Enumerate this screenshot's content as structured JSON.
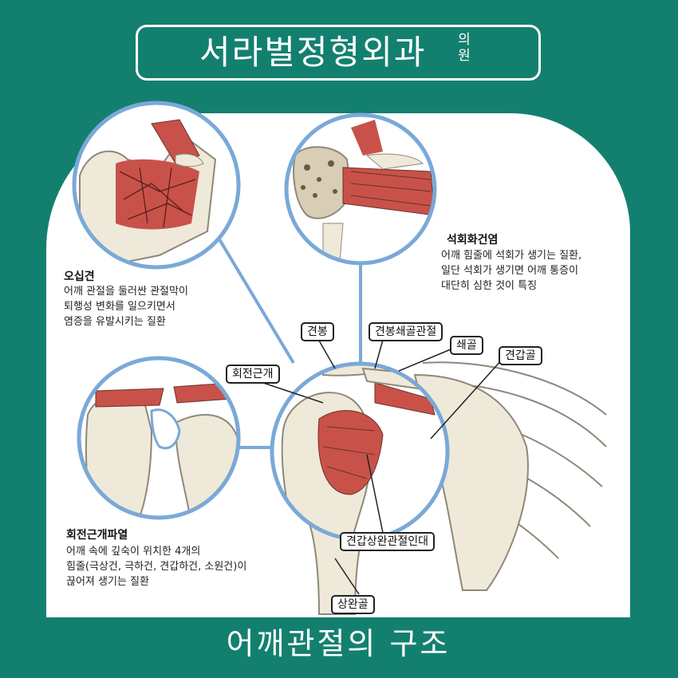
{
  "header": {
    "clinic_name": "서라벌정형외과",
    "clinic_suffix_1": "의",
    "clinic_suffix_2": "원"
  },
  "footer": {
    "title": "어깨관절의 구조"
  },
  "conditions": {
    "frozen_shoulder": {
      "title": "오십견",
      "lines": [
        "어깨 관절을 둘러싼 관절막이",
        "퇴행성 변화를 일으키면서",
        "염증을 유발시키는 질환"
      ]
    },
    "calcific_tendinitis": {
      "title": "석회화건염",
      "lines": [
        "어깨 힘줄에 석회가 생기는 질환,",
        "일단 석회가 생기면 어깨 통증이",
        "대단히 심한 것이 특징"
      ]
    },
    "rotator_cuff_tear": {
      "title": "회전근개파열",
      "lines": [
        "어깨 속에 깊숙이 위치한 4개의",
        "힘줄(극상건, 극하건, 견갑하건, 소원건)이",
        "끊어져 생기는 질환"
      ]
    }
  },
  "anatomy_labels": {
    "acromion": "견봉",
    "ac_joint": "견봉쇄골관절",
    "clavicle": "쇄골",
    "scapula": "견갑골",
    "rotator_cuff": "회전근개",
    "coracohumeral_ligament": "견갑상완관절인대",
    "humerus": "상완골"
  },
  "colors": {
    "brand_green": "#13806f",
    "circle_blue": "#7aa9d8",
    "muscle_red": "#c8524a",
    "bone": "#efe9d9"
  }
}
